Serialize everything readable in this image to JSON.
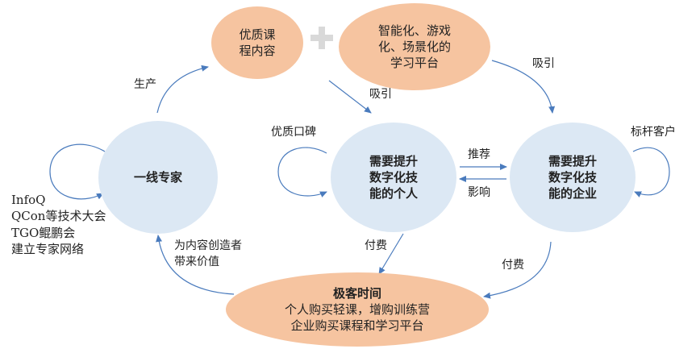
{
  "nodes": {
    "quality_content": "优质课\n程内容",
    "platform": "智能化、游戏\n化、场景化的\n学习平台",
    "expert": "一线专家",
    "individual": "需要提升\n数字化技\n能的个人",
    "enterprise": "需要提升\n数字化技\n能的企业",
    "customer_title": "极客时间",
    "customer_line1": "个人购买轻课，增购训练营",
    "customer_line2": "企业购买课程和学习平台"
  },
  "labels": {
    "produce": "生产",
    "attract_left": "吸引",
    "attract_right": "吸引",
    "word_of_mouth": "优质口碑",
    "benchmark_customer": "标杆客户",
    "recommend": "推荐",
    "influence": "影响",
    "pay_left": "付费",
    "pay_right": "付费",
    "value": "为内容创造者\n带来价值",
    "events": "InfoQ\nQCon等技术大会\nTGO鲲鹏会\n建立专家网络"
  },
  "colors": {
    "orange_fill": "#f6c4a0",
    "blue_fill": "#dce8f4",
    "arrow": "#4a7bbd",
    "plus": "#d9d9d9"
  }
}
